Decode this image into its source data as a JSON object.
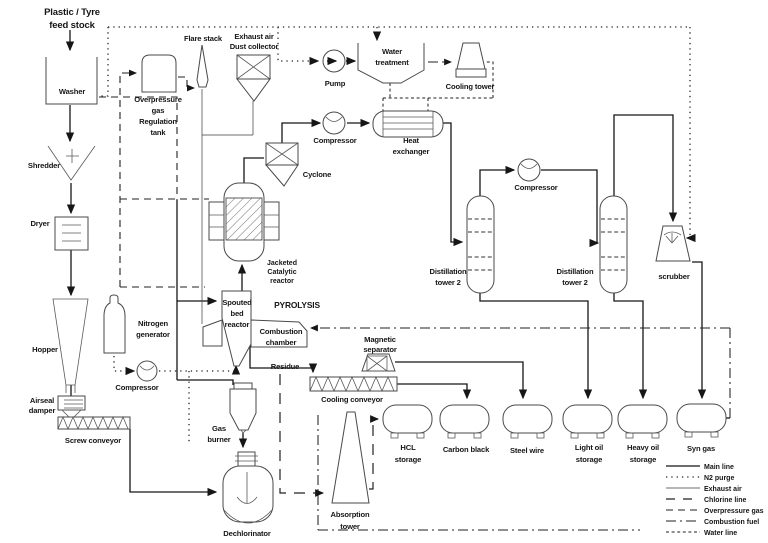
{
  "diagram": {
    "title_lines": [
      "Plastic / Tyre",
      "feed stock"
    ],
    "equipment": {
      "washer": "Washer",
      "shredder": "Shredder",
      "dryer": "Dryer",
      "hopper": "Hopper",
      "airseal_damper": [
        "Airseal",
        "damper"
      ],
      "screw_conveyor": "Screw conveyor",
      "overpressure_tank": [
        "Overpressure",
        "gas",
        "Regulation",
        "tank"
      ],
      "flare_stack": "Flare stack",
      "dust_collector": [
        "Exhaust air",
        "Dust collector"
      ],
      "pump": "Pump",
      "water_treatment": [
        "Water",
        "treatment"
      ],
      "cooling_tower": "Cooling tower",
      "compressor_top": "Compressor",
      "heat_exchanger": [
        "Heat",
        "exchanger"
      ],
      "cyclone": "Cyclone",
      "jacketed_reactor": [
        "Jacketed",
        "Catalytic",
        "reactor"
      ],
      "spouted_bed_reactor": [
        "Spouted",
        "bed",
        "reactor"
      ],
      "pyrolysis": "PYROLYSIS",
      "combustion_chamber": [
        "Combustion",
        "chamber"
      ],
      "nitrogen_generator": [
        "Nitrogen",
        "generator"
      ],
      "compressor_left": "Compressor",
      "residue": "Residue",
      "cooling_conveyor": "Cooling conveyor",
      "magnetic_separator": [
        "Magnetic",
        "separator"
      ],
      "gas_burner": [
        "Gas",
        "burner"
      ],
      "dechlorinator": "Dechlorinator",
      "absorption_tower": [
        "Absorption",
        "tower"
      ],
      "hcl_storage": [
        "HCL",
        "storage"
      ],
      "carbon_black": "Carbon black",
      "steel_wire": "Steel wire",
      "light_oil_storage": [
        "Light oil",
        "storage"
      ],
      "heavy_oil_storage": [
        "Heavy oil",
        "storage"
      ],
      "syn_gas": "Syn gas",
      "distillation_tower_left": [
        "Distillation",
        "tower 2"
      ],
      "distillation_tower_right": [
        "Distillation",
        "tower 2"
      ],
      "compressor_mid": "Compressor",
      "scrubber": "scrubber"
    },
    "legend": {
      "items": [
        {
          "label": "Main line",
          "style": "solid"
        },
        {
          "label": "N2 purge",
          "style": "dotted"
        },
        {
          "label": "Exhaust air",
          "style": "thin-solid"
        },
        {
          "label": "Chlorine line",
          "style": "long-dash"
        },
        {
          "label": "Overpressure gas",
          "style": "dash"
        },
        {
          "label": "Combustion fuel",
          "style": "dash-dot"
        },
        {
          "label": "Water line",
          "style": "fine-dash"
        }
      ]
    },
    "colors": {
      "line": "#161616",
      "background": "#ffffff"
    }
  }
}
